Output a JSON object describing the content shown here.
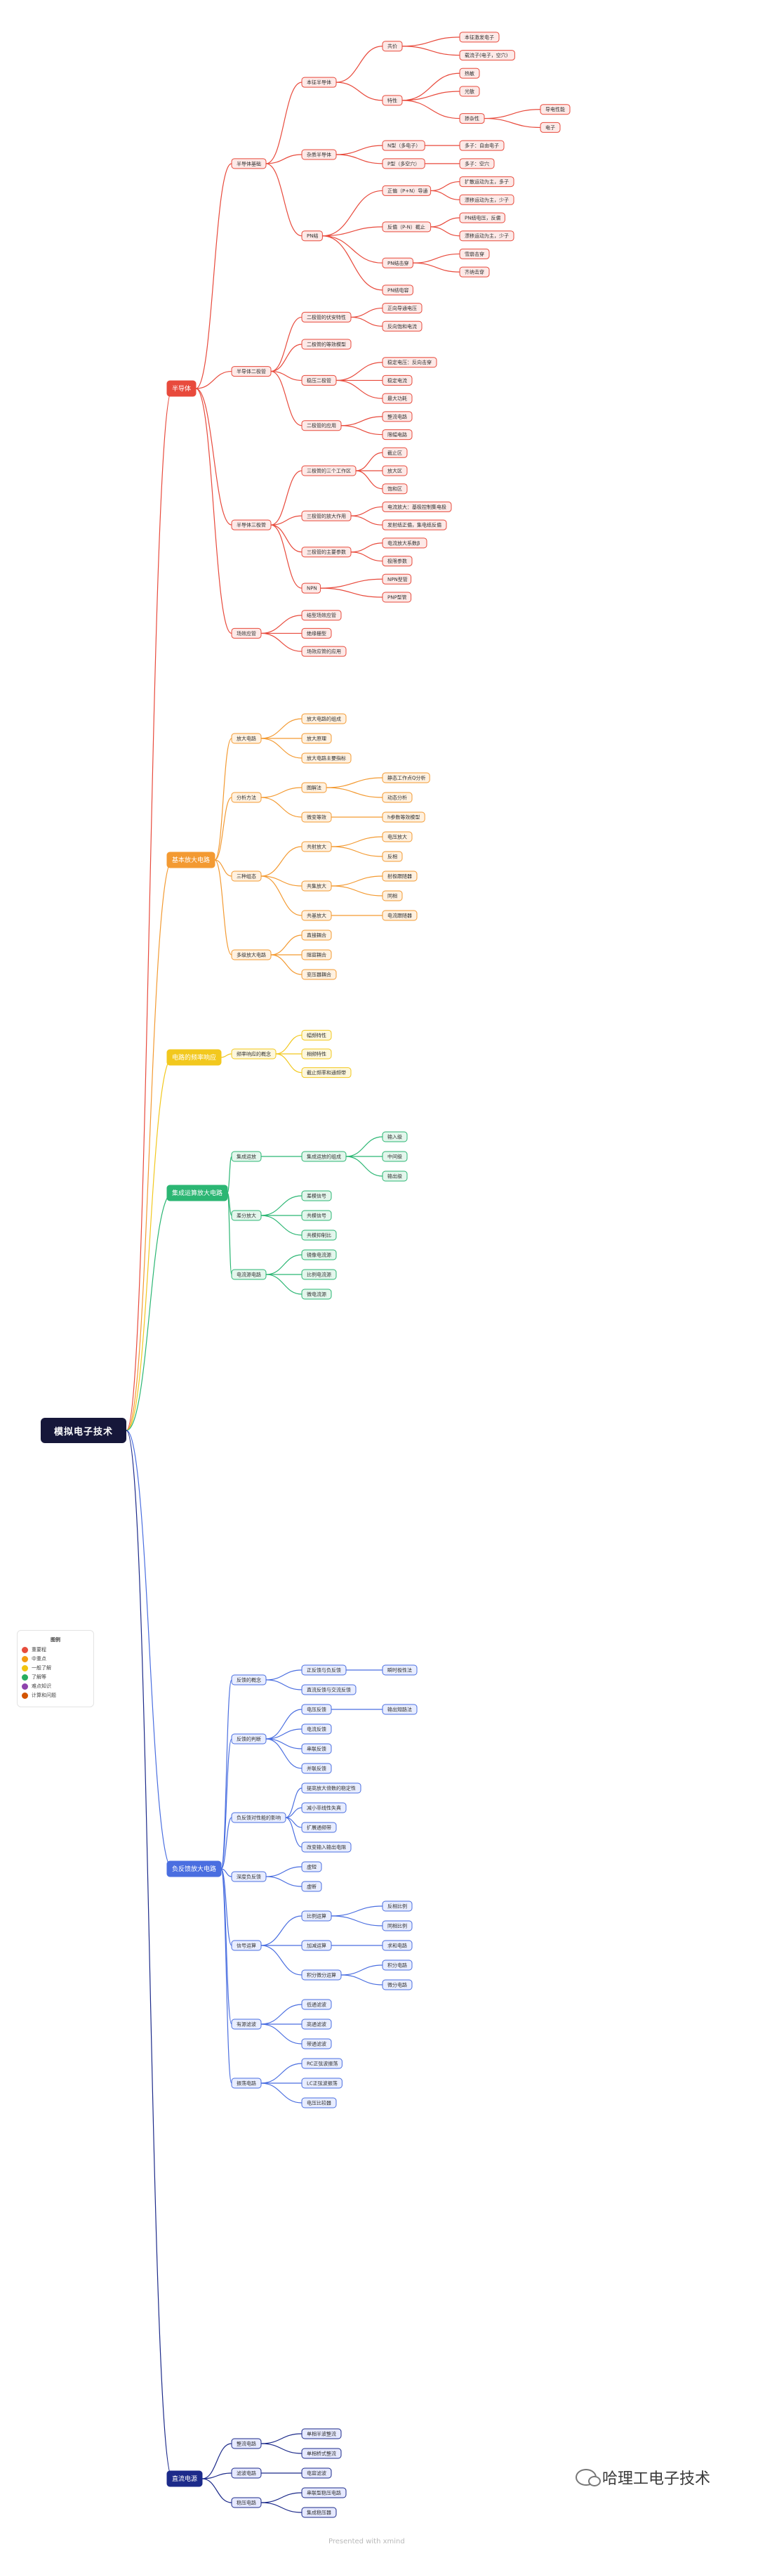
{
  "title": "模拟电子技术",
  "credit": "Presented with xmind",
  "watermark": "哈理工电子技术",
  "legend": {
    "title": "图例",
    "items": [
      {
        "label": "重要程",
        "color": "#e74c3c"
      },
      {
        "label": "中重点",
        "color": "#f39c12"
      },
      {
        "label": "一般了解",
        "color": "#f1c40f"
      },
      {
        "label": "了解等",
        "color": "#27ae60"
      },
      {
        "label": "难点知识",
        "color": "#8e44ad"
      },
      {
        "label": "计算和问题",
        "color": "#d35400"
      }
    ]
  },
  "branches": [
    {
      "label": "半导体",
      "color": "#e84a3c",
      "light": "#fde9e7",
      "side": [
        {
          "label": "半导体基础",
          "children": [
            {
              "label": "本征半导体",
              "children": [
                {
                  "label": "共价",
                  "children": [
                    {
                      "label": "本征激发电子"
                    },
                    {
                      "label": "载流子(电子，空穴)"
                    }
                  ]
                },
                {
                  "label": "特性",
                  "children": [
                    {
                      "label": "热敏"
                    },
                    {
                      "label": "光敏"
                    },
                    {
                      "label": "掺杂性",
                      "children": [
                        {
                          "label": "导电性能"
                        },
                        {
                          "label": "电子"
                        }
                      ]
                    }
                  ]
                }
              ]
            },
            {
              "label": "杂质半导体",
              "children": [
                {
                  "label": "N型（多电子）",
                  "children": [
                    {
                      "label": "多子：自由电子"
                    }
                  ]
                },
                {
                  "label": "P型（多空穴）",
                  "children": [
                    {
                      "label": "多子：空穴"
                    }
                  ]
                }
              ]
            },
            {
              "label": "PN结",
              "children": [
                {
                  "label": "正偏（P+N）导通",
                  "children": [
                    {
                      "label": "扩散运动为主，多子"
                    },
                    {
                      "label": "漂移运动为主，少子"
                    }
                  ]
                },
                {
                  "label": "反偏（P-N）截止",
                  "children": [
                    {
                      "label": "PN结电压，反偏"
                    },
                    {
                      "label": "漂移运动为主，少子"
                    }
                  ]
                },
                {
                  "label": "PN结击穿",
                  "children": [
                    {
                      "label": "雪崩击穿"
                    },
                    {
                      "label": "齐纳击穿"
                    }
                  ]
                },
                {
                  "label": "PN结电容"
                }
              ]
            }
          ]
        },
        {
          "label": "半导体二极管",
          "children": [
            {
              "label": "二极管的伏安特性",
              "children": [
                {
                  "label": "正向导通电压"
                },
                {
                  "label": "反向饱和电流"
                }
              ]
            },
            {
              "label": "二极管的等效模型"
            },
            {
              "label": "稳压二极管",
              "children": [
                {
                  "label": "稳定电压：反向击穿"
                },
                {
                  "label": "稳定电流"
                },
                {
                  "label": "最大功耗"
                }
              ]
            },
            {
              "label": "二极管的应用",
              "children": [
                {
                  "label": "整流电路"
                },
                {
                  "label": "限幅电路"
                }
              ]
            }
          ]
        },
        {
          "label": "半导体三极管",
          "children": [
            {
              "label": "三极管的三个工作区",
              "children": [
                {
                  "label": "截止区"
                },
                {
                  "label": "放大区"
                },
                {
                  "label": "饱和区"
                }
              ]
            },
            {
              "label": "三极管的放大作用",
              "children": [
                {
                  "label": "电流放大：基极控制集电极"
                },
                {
                  "label": "发射结正偏，集电结反偏"
                }
              ]
            },
            {
              "label": "三极管的主要参数",
              "children": [
                {
                  "label": "电流放大系数β"
                },
                {
                  "label": "极限参数"
                }
              ]
            },
            {
              "label": "NPN",
              "children": [
                {
                  "label": "NPN型管"
                },
                {
                  "label": "PNP型管"
                }
              ]
            }
          ]
        },
        {
          "label": "场效应管",
          "children": [
            {
              "label": "结型场效应管"
            },
            {
              "label": "绝缘栅型"
            },
            {
              "label": "场效应管的应用"
            }
          ]
        }
      ]
    },
    {
      "label": "基本放大电路",
      "color": "#f39a32",
      "light": "#fff1e0",
      "side": [
        {
          "label": "放大电路",
          "children": [
            {
              "label": "放大电路的组成"
            },
            {
              "label": "放大原理"
            },
            {
              "label": "放大电路主要指标"
            }
          ]
        },
        {
          "label": "分析方法",
          "children": [
            {
              "label": "图解法",
              "children": [
                {
                  "label": "静态工作点Q分析"
                },
                {
                  "label": "动态分析"
                }
              ]
            },
            {
              "label": "微变等效",
              "children": [
                {
                  "label": "h参数等效模型"
                }
              ]
            }
          ]
        },
        {
          "label": "三种组态",
          "children": [
            {
              "label": "共射放大",
              "children": [
                {
                  "label": "电压放大"
                },
                {
                  "label": "反相"
                }
              ]
            },
            {
              "label": "共集放大",
              "children": [
                {
                  "label": "射极跟随器"
                },
                {
                  "label": "同相"
                }
              ]
            },
            {
              "label": "共基放大",
              "children": [
                {
                  "label": "电流跟随器"
                }
              ]
            }
          ]
        },
        {
          "label": "多级放大电路",
          "children": [
            {
              "label": "直接耦合"
            },
            {
              "label": "阻容耦合"
            },
            {
              "label": "变压器耦合"
            }
          ]
        }
      ]
    },
    {
      "label": "电路的频率响应",
      "color": "#f2c81e",
      "light": "#fdf7dc",
      "side": [
        {
          "label": "频率响应的概念",
          "children": [
            {
              "label": "幅频特性"
            },
            {
              "label": "相频特性"
            },
            {
              "label": "截止频率和通频带"
            }
          ]
        }
      ]
    },
    {
      "label": "集成运算放大电路",
      "color": "#2bb673",
      "light": "#e3f6ec",
      "side": [
        {
          "label": "集成运放",
          "children": [
            {
              "label": "集成运放的组成",
              "children": [
                {
                  "label": "输入级"
                },
                {
                  "label": "中间级"
                },
                {
                  "label": "输出级"
                }
              ]
            }
          ]
        },
        {
          "label": "差分放大",
          "children": [
            {
              "label": "差模信号"
            },
            {
              "label": "共模信号"
            },
            {
              "label": "共模抑制比"
            }
          ]
        },
        {
          "label": "电流源电路",
          "children": [
            {
              "label": "镜像电流源"
            },
            {
              "label": "比例电流源"
            },
            {
              "label": "微电流源"
            }
          ]
        }
      ]
    },
    {
      "label": "负反馈放大电路",
      "color": "#4a6ee0",
      "light": "#e8edff",
      "side": [
        {
          "label": "反馈的概念",
          "children": [
            {
              "label": "正反馈与负反馈",
              "children": [
                {
                  "label": "瞬时极性法"
                }
              ]
            },
            {
              "label": "直流反馈与交流反馈"
            }
          ]
        },
        {
          "label": "反馈的判断",
          "children": [
            {
              "label": "电压反馈",
              "children": [
                {
                  "label": "输出短路法"
                }
              ]
            },
            {
              "label": "电流反馈"
            },
            {
              "label": "串联反馈"
            },
            {
              "label": "并联反馈"
            }
          ]
        },
        {
          "label": "负反馈对性能的影响",
          "children": [
            {
              "label": "提高放大倍数的稳定性"
            },
            {
              "label": "减小非线性失真"
            },
            {
              "label": "扩展通频带"
            },
            {
              "label": "改变输入输出电阻"
            }
          ]
        },
        {
          "label": "深度负反馈",
          "children": [
            {
              "label": "虚短"
            },
            {
              "label": "虚断"
            }
          ]
        },
        {
          "label": "信号运算",
          "children": [
            {
              "label": "比例运算",
              "children": [
                {
                  "label": "反相比例"
                },
                {
                  "label": "同相比例"
                }
              ]
            },
            {
              "label": "加减运算",
              "children": [
                {
                  "label": "求和电路"
                }
              ]
            },
            {
              "label": "积分微分运算",
              "children": [
                {
                  "label": "积分电路"
                },
                {
                  "label": "微分电路"
                }
              ]
            }
          ]
        },
        {
          "label": "有源滤波",
          "children": [
            {
              "label": "低通滤波"
            },
            {
              "label": "高通滤波"
            },
            {
              "label": "带通滤波"
            }
          ]
        },
        {
          "label": "振荡电路",
          "children": [
            {
              "label": "RC正弦波振荡"
            },
            {
              "label": "LC正弦波振荡"
            },
            {
              "label": "电压比较器"
            }
          ]
        }
      ]
    },
    {
      "label": "直流电源",
      "color": "#1c2a8a",
      "light": "#e6e9ff",
      "side": [
        {
          "label": "整流电路",
          "children": [
            {
              "label": "单相半波整流"
            },
            {
              "label": "单相桥式整流"
            }
          ]
        },
        {
          "label": "滤波电路",
          "children": [
            {
              "label": "电容滤波"
            }
          ]
        },
        {
          "label": "稳压电路",
          "children": [
            {
              "label": "串联型稳压电路"
            },
            {
              "label": "集成稳压器"
            }
          ]
        }
      ]
    }
  ]
}
